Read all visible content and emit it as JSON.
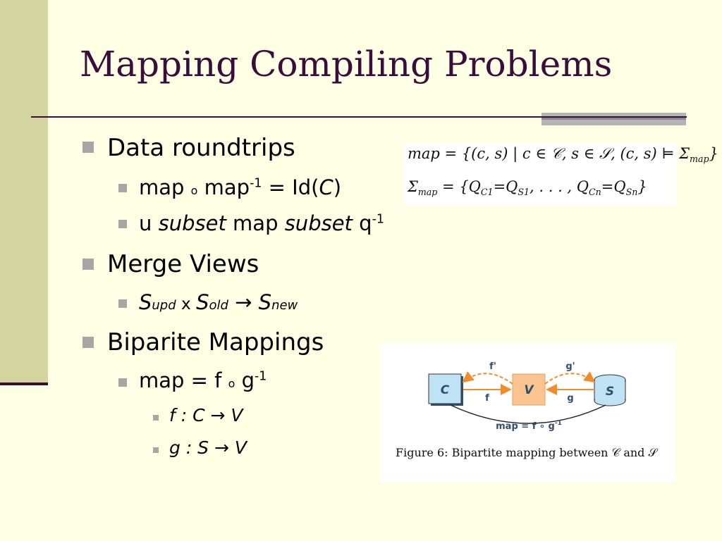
{
  "slide": {
    "title": "Mapping Compiling Problems",
    "bullets": {
      "data_roundtrips": {
        "label": "Data roundtrips",
        "sub1": {
          "a": "map ",
          "compose": "o",
          "b": " map",
          "sup": "-1",
          "c": " = Id(",
          "d": "C",
          "e": ")"
        },
        "sub2": {
          "a": "u ",
          "b": "subset",
          "c": " map ",
          "d": "subset",
          "e": " q",
          "sup": "-1"
        }
      },
      "merge_views": {
        "label": "Merge Views",
        "sub1": {
          "s1": "S",
          "s1sub": "upd",
          "x": " x ",
          "s2": "S",
          "s2sub": "old",
          "arrow": " → ",
          "s3": "S",
          "s3sub": "new"
        }
      },
      "biparite": {
        "label": "Biparite Mappings",
        "sub1": {
          "a": "map = f ",
          "compose": "o",
          "b": " g",
          "sup": "-1"
        },
        "subsub1": "f : C → V",
        "subsub2": "g : S → V"
      }
    }
  },
  "formula": {
    "line1": "map = {(c, s) | c ∈ 𝒞, s ∈ 𝒮, (c, s) ⊨ Σ",
    "line1_sub": "map",
    "line1_end": "}",
    "line2_a": "Σ",
    "line2_sub": "map",
    "line2_b": " = {Q",
    "line2_c1": "C1",
    "line2_c": "=Q",
    "line2_s1": "S1",
    "line2_d": ", . . . , Q",
    "line2_cn": "Cn",
    "line2_e": "=Q",
    "line2_sn": "Sn",
    "line2_f": "}"
  },
  "figure": {
    "node_c": "C",
    "node_v": "V",
    "node_s": "S",
    "f_prime": "f'",
    "g_prime": "g'",
    "f": "f",
    "g": "g",
    "map_label": "map = f ∘ g",
    "map_sup": "-1",
    "caption": "Figure 6: Bipartite mapping between 𝒞 and 𝒮",
    "colors": {
      "c_fill": "#BFE3F5",
      "v_fill": "#F9C48F",
      "s_fill": "#BFE3F5",
      "arrow": "#F28C28"
    }
  }
}
